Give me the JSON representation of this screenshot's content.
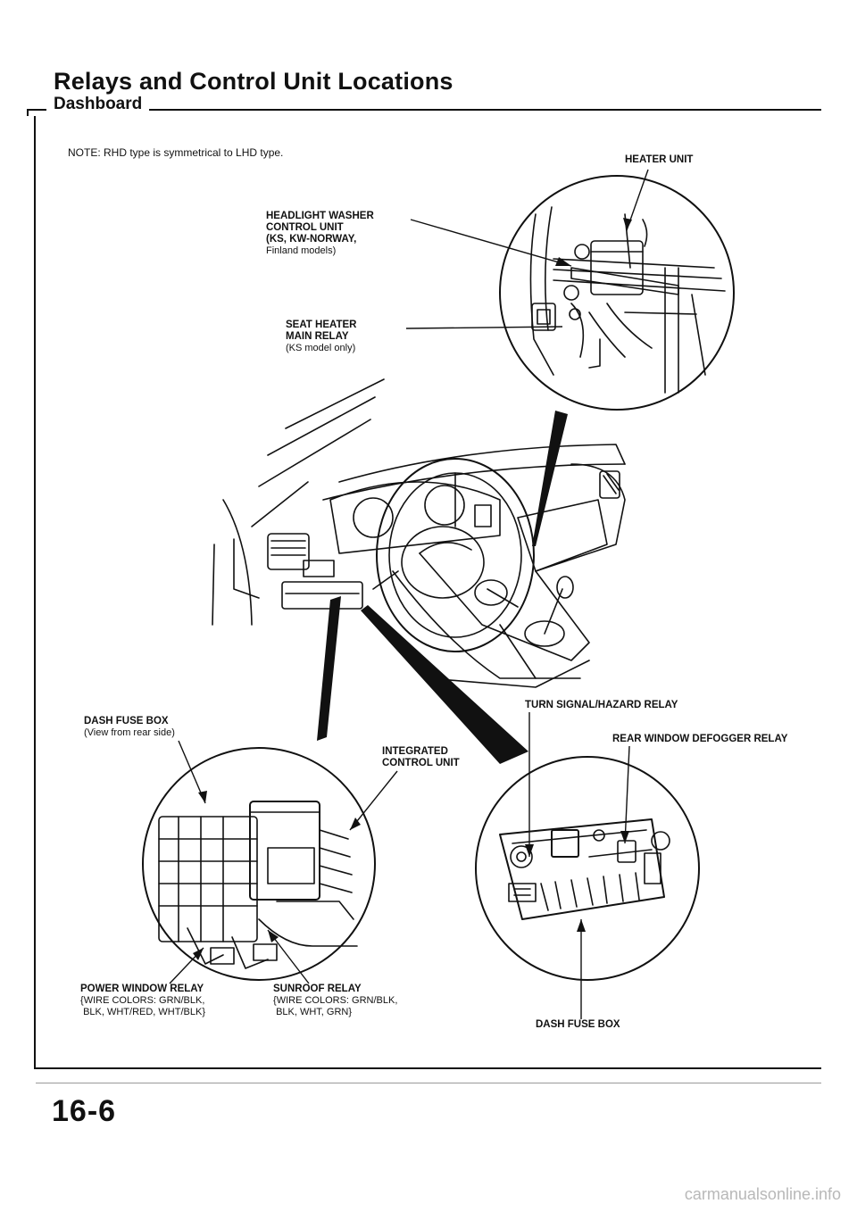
{
  "header": {
    "title": "Relays and Control Unit Locations",
    "section": "Dashboard"
  },
  "note": "NOTE: RHD type is symmetrical to LHD type.",
  "callouts": {
    "heater_unit": "HEATER UNIT",
    "headlight_washer_l1": "HEADLIGHT WASHER",
    "headlight_washer_l2": "CONTROL UNIT",
    "headlight_washer_l3": "(KS, KW-Norway,",
    "headlight_washer_l4": "Finland models)",
    "seat_heater_l1": "SEAT HEATER",
    "seat_heater_l2": "MAIN RELAY",
    "seat_heater_l3": "(KS model only)",
    "dash_fuse_box_rear_l1": "DASH FUSE BOX",
    "dash_fuse_box_rear_l2": "(View from rear side)",
    "integrated_l1": "INTEGRATED",
    "integrated_l2": "CONTROL UNIT",
    "turn_signal": "TURN SIGNAL/HAZARD RELAY",
    "rear_window": "REAR WINDOW DEFOGGER RELAY",
    "power_window_l1": "POWER WINDOW RELAY",
    "power_window_l2": "Wire colors: GRN/BLK,",
    "power_window_l3": "BLK, WHT/RED, WHT/BLK",
    "sunroof_l1": "SUNROOF RELAY",
    "sunroof_l2": "Wire colors: GRN/BLK,",
    "sunroof_l3": "BLK, WHT, GRN",
    "dash_fuse_box": "DASH FUSE BOX"
  },
  "footer": {
    "page_number": "16-6",
    "watermark": "carmanualsonline.info"
  }
}
